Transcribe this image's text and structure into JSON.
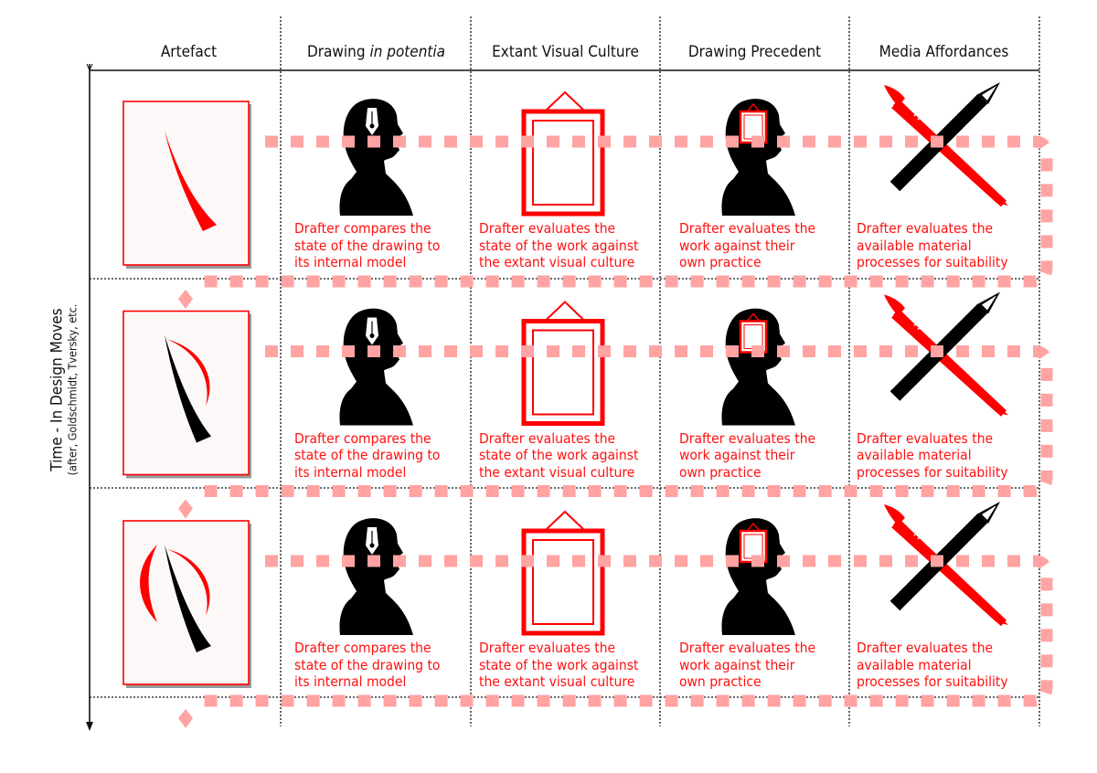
{
  "columns": [
    {
      "label": "Artefact"
    },
    {
      "label": "Drawing ",
      "label_italic": "in potentia"
    },
    {
      "label": "Extant Visual Culture"
    },
    {
      "label": "Drawing Precedent"
    },
    {
      "label": "Media Affordances"
    }
  ],
  "axis": {
    "title": "Time - In Design Moves",
    "subtitle": "(after, Goldschmidt, Tversky, etc."
  },
  "rows": [
    {
      "stage": 1,
      "captions": [
        [
          "Drafter compares the",
          "state of the drawing to",
          "its internal model"
        ],
        [
          "Drafter evaluates the",
          "state of the work against",
          "the extant visual culture"
        ],
        [
          "Drafter evaluates the",
          "work against their",
          "own practice"
        ],
        [
          "Drafter evaluates the",
          "available material",
          "processes for suitability"
        ]
      ]
    },
    {
      "stage": 2,
      "captions": [
        [
          "Drafter compares the",
          "state of the drawing to",
          "its internal model"
        ],
        [
          "Drafter evaluates the",
          "state of the work against",
          "the extant visual culture"
        ],
        [
          "Drafter evaluates the",
          "work against their",
          "own practice"
        ],
        [
          "Drafter evaluates the",
          "available material",
          "processes for suitability"
        ]
      ]
    },
    {
      "stage": 3,
      "captions": [
        [
          "Drafter compares the",
          "state of the drawing to",
          "its internal model"
        ],
        [
          "Drafter evaluates the",
          "state of the work against",
          "the extant visual culture"
        ],
        [
          "Drafter evaluates the",
          "work against their",
          "own practice"
        ],
        [
          "Drafter evaluates the",
          "available material",
          "processes for suitability"
        ]
      ]
    }
  ],
  "colors": {
    "accent": "#ff0000",
    "flow": "#ffa3a3",
    "paper": "#fdf8f8",
    "ink": "#000000"
  }
}
